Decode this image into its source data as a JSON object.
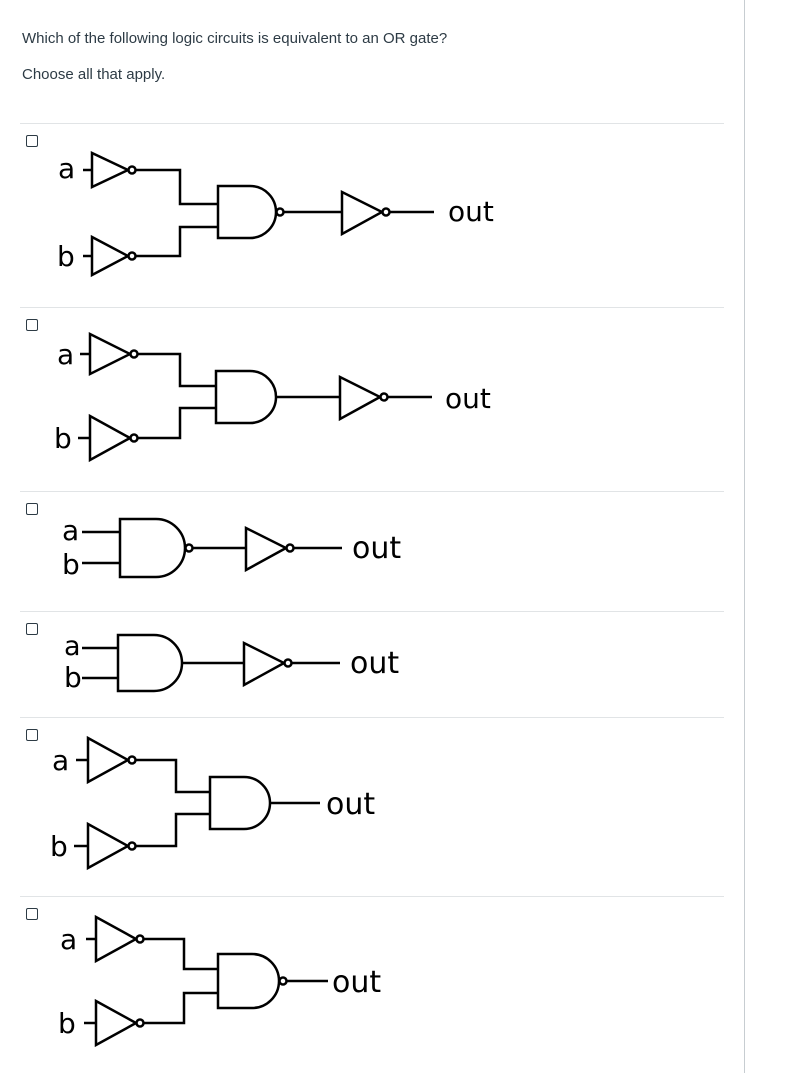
{
  "question": {
    "text": "Which of the following logic circuits is equivalent to an OR gate?",
    "instruction": "Choose all that apply."
  },
  "options": [
    {
      "input_a": "a",
      "input_b": "b",
      "output": "out"
    },
    {
      "input_a": "a",
      "input_b": "b",
      "output": "out"
    },
    {
      "input_a": "a",
      "input_b": "b",
      "output": "out"
    },
    {
      "input_a": "a",
      "input_b": "b",
      "output": "out"
    },
    {
      "input_a": "a",
      "input_b": "b",
      "output": "out"
    },
    {
      "input_a": "a",
      "input_b": "b",
      "output": "out"
    }
  ]
}
